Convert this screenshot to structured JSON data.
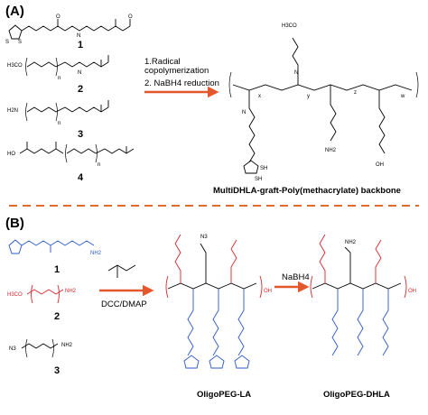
{
  "panel_a": {
    "label": "(A)",
    "compounds": [
      "1",
      "2",
      "3",
      "4"
    ],
    "conditions": [
      "1.Radical",
      "copolymerization",
      "2. NaBH4 reduction"
    ],
    "product_caption": "MultiDHLA-graft-Poly(methacrylate) backbone",
    "atoms": {
      "S": "S",
      "SH": "SH",
      "H3CO": "H3CO",
      "NH2": "NH2",
      "H2N": "H2N",
      "HO": "HO",
      "OH": "OH",
      "N": "N",
      "O": "O",
      "n": "n",
      "x": "x",
      "y": "y",
      "z": "z",
      "w": "w"
    }
  },
  "panel_b": {
    "label": "(B)",
    "compounds": [
      "1",
      "2",
      "3"
    ],
    "reagent": "DCC/DMAP",
    "reduction": "NaBH4",
    "intermediate_caption": "OligoPEG-LA",
    "product_caption": "OligoPEG-DHLA",
    "atoms": {
      "N3": "N3",
      "NH2": "NH2",
      "H3CO": "H3CO",
      "OH": "OH"
    }
  },
  "colors": {
    "divider": "#e26a2c",
    "arrow": "#e2582c",
    "peg": "#d7262c",
    "lipoic": "#2a57c8",
    "ink": "#000000"
  }
}
